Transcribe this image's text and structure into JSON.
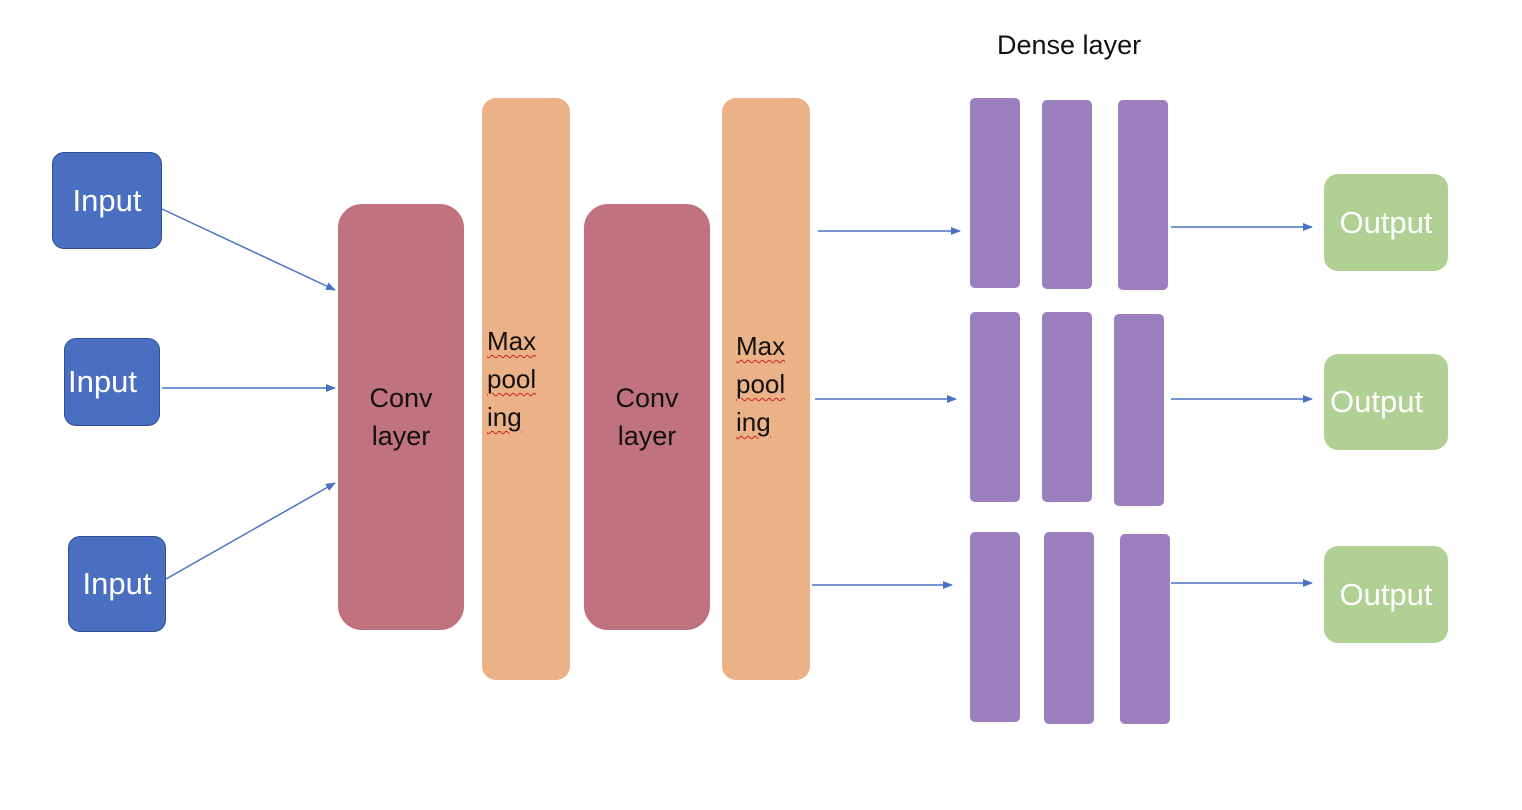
{
  "diagram": {
    "dense_title": "Dense layer",
    "inputs": [
      "Input",
      "Input",
      "Input"
    ],
    "conv_layers": [
      {
        "line1": "Conv",
        "line2": "layer"
      },
      {
        "line1": "Conv",
        "line2": "layer"
      }
    ],
    "pool_layers": [
      {
        "line1": "Max",
        "line2": "pool",
        "line3": "ing"
      },
      {
        "line1": "Max",
        "line2": "pool",
        "line3": "ing"
      }
    ],
    "outputs": [
      "Output",
      "Output",
      "Output"
    ]
  },
  "colors": {
    "input": "#4a6fc0",
    "conv": "#c0737e",
    "pool": "#ecb287",
    "dense": "#9b7ebd",
    "output": "#b1d093",
    "arrow": "#4a72c4"
  }
}
